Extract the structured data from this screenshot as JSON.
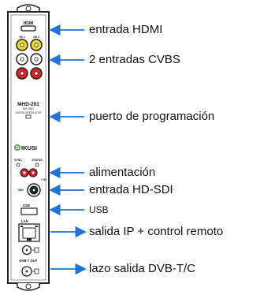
{
  "module": {
    "hdmi_label": "HDMI",
    "vid1_label": "VID 1",
    "vid2_label": "VID 2",
    "model": "MHD-201",
    "ref": "Ref. 3551",
    "subtitle": "DIGITAL MODULATOR",
    "brand": "IKUSI",
    "sync_label": "SYNC",
    "status_label": "STATUS",
    "voltage": "+ 5V",
    "sdi_label": "SDI",
    "usb_label": "USB",
    "lan_label": "LAN",
    "dvbt_out_label": "DVB-T OUT"
  },
  "callouts": [
    {
      "id": "hdmi",
      "text": "entrada HDMI"
    },
    {
      "id": "cvbs",
      "text": "2 entradas CVBS"
    },
    {
      "id": "prog",
      "text": "puerto de programación"
    },
    {
      "id": "power",
      "text": "alimentación"
    },
    {
      "id": "sdi",
      "text": "entrada HD-SDI"
    },
    {
      "id": "usb",
      "text": "USB"
    },
    {
      "id": "ip",
      "text": "salida IP + control remoto"
    },
    {
      "id": "loop",
      "text": "lazo salida DVB-T/C"
    }
  ],
  "colors": {
    "arrow": "#1e73d6",
    "yellow": "#f3da14",
    "red": "#e32026",
    "brand_green": "#3aa535",
    "panel_border": "#222222"
  }
}
